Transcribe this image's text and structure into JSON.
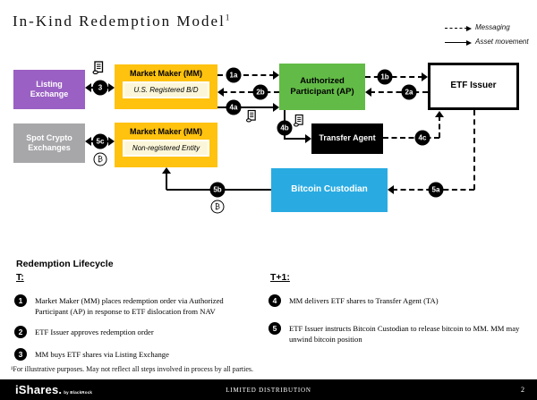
{
  "slide": {
    "title": "In-Kind Redemption Model",
    "title_sup": "1",
    "footnote": "¹For illustrative purposes. May not reflect all steps involved in process by all parties."
  },
  "legend": {
    "messaging": "Messaging",
    "asset_movement": "Asset movement"
  },
  "diagram": {
    "boxes": {
      "listing_exchange": {
        "label": "Listing Exchange",
        "color": "#9A60C3"
      },
      "spot_crypto": {
        "label": "Spot Crypto Exchanges",
        "color": "#A7A7AA"
      },
      "mm1": {
        "title": "Market Maker (MM)",
        "subtitle": "U.S. Registered B/D",
        "color": "#FFC20E",
        "subtitle_bg": "#FBF6D9"
      },
      "mm2": {
        "title": "Market Maker (MM)",
        "subtitle": "Non-registered Entity",
        "color": "#FFC20E",
        "subtitle_bg": "#FBF6D9"
      },
      "ap": {
        "label": "Authorized Participant (AP)",
        "color": "#62BB46"
      },
      "etf_issuer": {
        "label": "ETF Issuer",
        "color": "#FFFFFF"
      },
      "transfer_agent": {
        "label": "Transfer Agent",
        "color": "#000000"
      },
      "bitcoin_custodian": {
        "label": "Bitcoin Custodian",
        "color": "#29ABE2"
      }
    },
    "badges": {
      "b1a": "1a",
      "b1b": "1b",
      "b2a": "2a",
      "b2b": "2b",
      "b3": "3",
      "b4a": "4a",
      "b4b": "4b",
      "b4c": "4c",
      "b5a": "5a",
      "b5b": "5b",
      "b5c": "5c"
    },
    "bitcoin_symbol": "₿"
  },
  "lifecycle": {
    "heading": "Redemption Lifecycle",
    "col_t": {
      "label": "T:",
      "steps": [
        {
          "num": "1",
          "text": "Market Maker (MM) places redemption order via Authorized Participant (AP) in response to ETF dislocation from NAV"
        },
        {
          "num": "2",
          "text": "ETF Issuer approves redemption order"
        },
        {
          "num": "3",
          "text": "MM buys ETF shares via Listing Exchange"
        }
      ]
    },
    "col_t1": {
      "label": "T+1:",
      "steps": [
        {
          "num": "4",
          "text": "MM delivers ETF shares to Transfer Agent (TA)"
        },
        {
          "num": "5",
          "text": "ETF Issuer instructs Bitcoin Custodian to release bitcoin to MM. MM may unwind bitcoin position"
        }
      ]
    }
  },
  "footer": {
    "brand": "iShares.",
    "brand_sub": "by BlackRock",
    "center": "LIMITED DISTRIBUTION",
    "page": "2"
  }
}
